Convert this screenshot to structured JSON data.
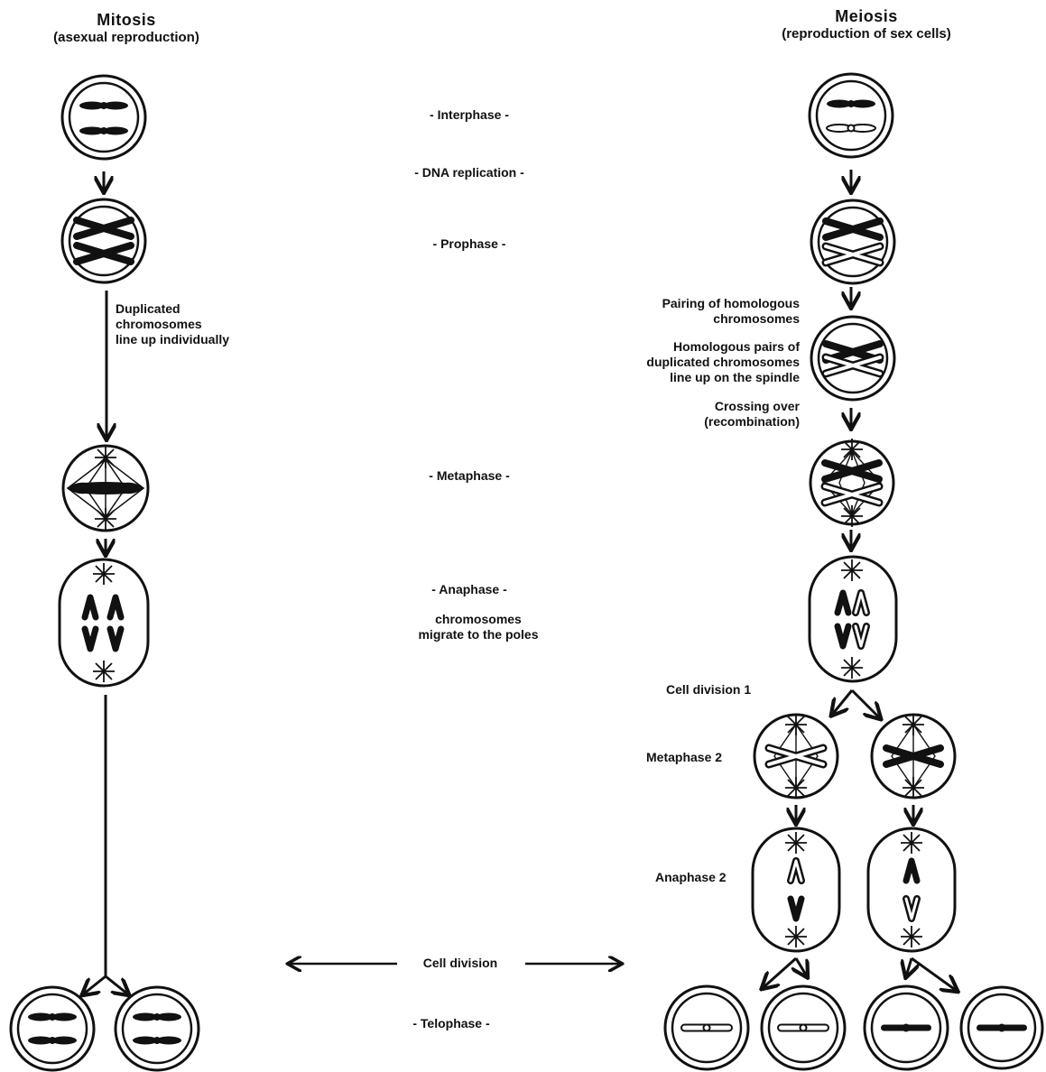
{
  "mitosis": {
    "title": "Mitosis",
    "subtitle": "(asexual reproduction)",
    "notes": {
      "duplicated": "Duplicated\nchromosomes\nline up individually"
    }
  },
  "meiosis": {
    "title": "Meiosis",
    "subtitle": "(reproduction of sex cells)",
    "notes": {
      "pairing": "Pairing of homologous\nchromosomes",
      "homologous_pairs": "Homologous pairs of\nduplicated chromosomes\nline up on the spindle",
      "crossing_over": "Crossing over\n(recombination)",
      "cell_division_1": "Cell division 1",
      "metaphase_2": "Metaphase 2",
      "anaphase_2": "Anaphase 2"
    }
  },
  "phases": {
    "interphase": "- Interphase -",
    "dna_replication": "- DNA replication -",
    "prophase": "- Prophase -",
    "metaphase": "- Metaphase -",
    "anaphase": "- Anaphase -",
    "anaphase_note": "chromosomes\nmigrate to the poles",
    "cell_division": "Cell division",
    "telophase": "- Telophase -"
  }
}
